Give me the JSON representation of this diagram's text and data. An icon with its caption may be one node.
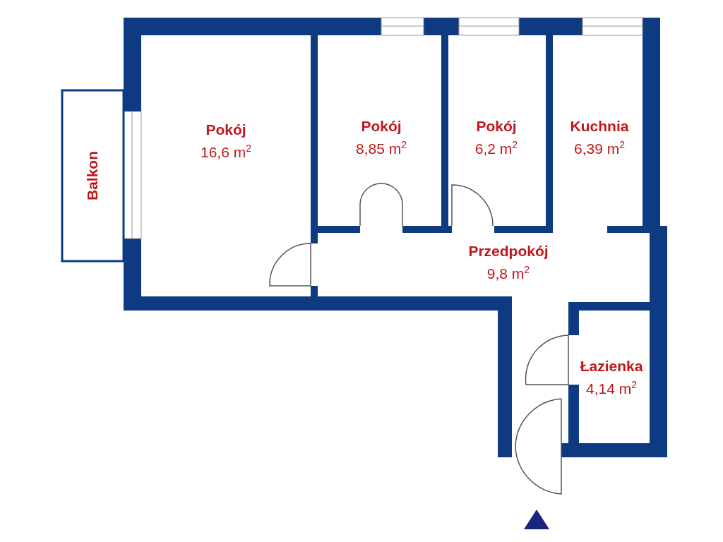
{
  "diagram": {
    "nodes": [
      {
        "text": [
          "Balkon"
        ]
      },
      {
        "text": [
          "Pokój",
          "16,6 m$^{2}$"
        ]
      },
      {
        "text": [
          "Pokój",
          "8,85 m$^{2}$"
        ]
      },
      {
        "text": [
          "Pokój",
          "6,2 m$^{2}$"
        ]
      },
      {
        "text": [
          "Kuchnia",
          "6,39 m$^{2}$"
        ]
      },
      {
        "text": [
          "Przedpokój",
          "9,8 m$^{2}$"
        ]
      },
      {
        "text": [
          "Łazienka",
          "4,14 m$^{2}$"
        ]
      }
    ],
    "edges": []
  }
}
